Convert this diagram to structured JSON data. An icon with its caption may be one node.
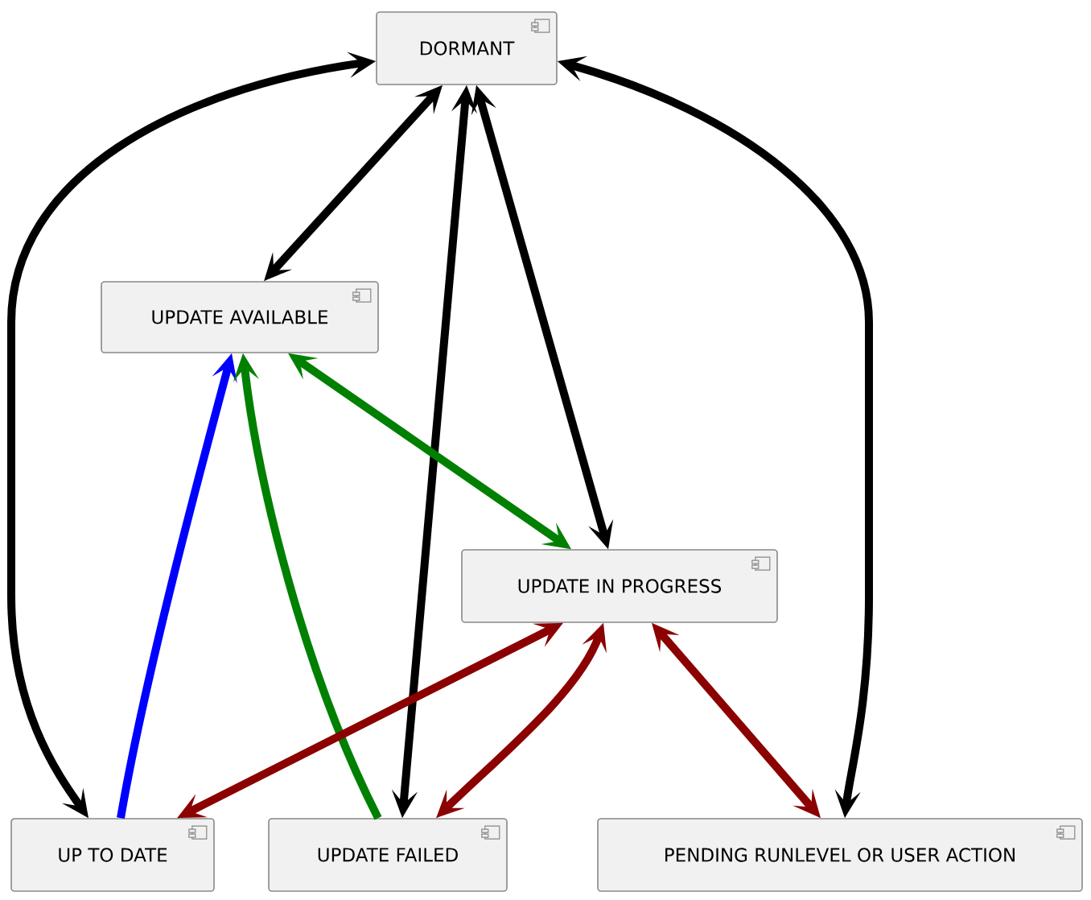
{
  "diagram": {
    "nodes": [
      {
        "text": [
          "DORMANT"
        ]
      },
      {
        "text": [
          "UPDATE AVAILABLE"
        ]
      },
      {
        "text": [
          "UPDATE IN PROGRESS"
        ]
      },
      {
        "text": [
          "UP TO DATE"
        ]
      },
      {
        "text": [
          "UPDATE FAILED"
        ]
      },
      {
        "text": [
          "PENDING RUNLEVEL OR USER ACTION"
        ]
      }
    ],
    "edges": [
      {
        "from": 0,
        "to": 3,
        "arrow": "both"
      },
      {
        "from": 0,
        "to": 1,
        "arrow": "both"
      },
      {
        "from": 0,
        "to": 4,
        "arrow": "both"
      },
      {
        "from": 0,
        "to": 2,
        "arrow": "both"
      },
      {
        "from": 0,
        "to": 5,
        "arrow": "both"
      },
      {
        "from": 3,
        "to": 1,
        "arrow": "to",
        "color": "#0000ff"
      },
      {
        "from": 4,
        "to": 1,
        "arrow": "to",
        "color": "#008000"
      },
      {
        "from": 1,
        "to": 2,
        "arrow": "both",
        "color": "#008000"
      },
      {
        "from": 2,
        "to": 3,
        "arrow": "both",
        "color": "#8b0000"
      },
      {
        "from": 2,
        "to": 4,
        "arrow": "both",
        "color": "#8b0000"
      },
      {
        "from": 2,
        "to": 5,
        "arrow": "both",
        "color": "#8b0000"
      }
    ]
  }
}
